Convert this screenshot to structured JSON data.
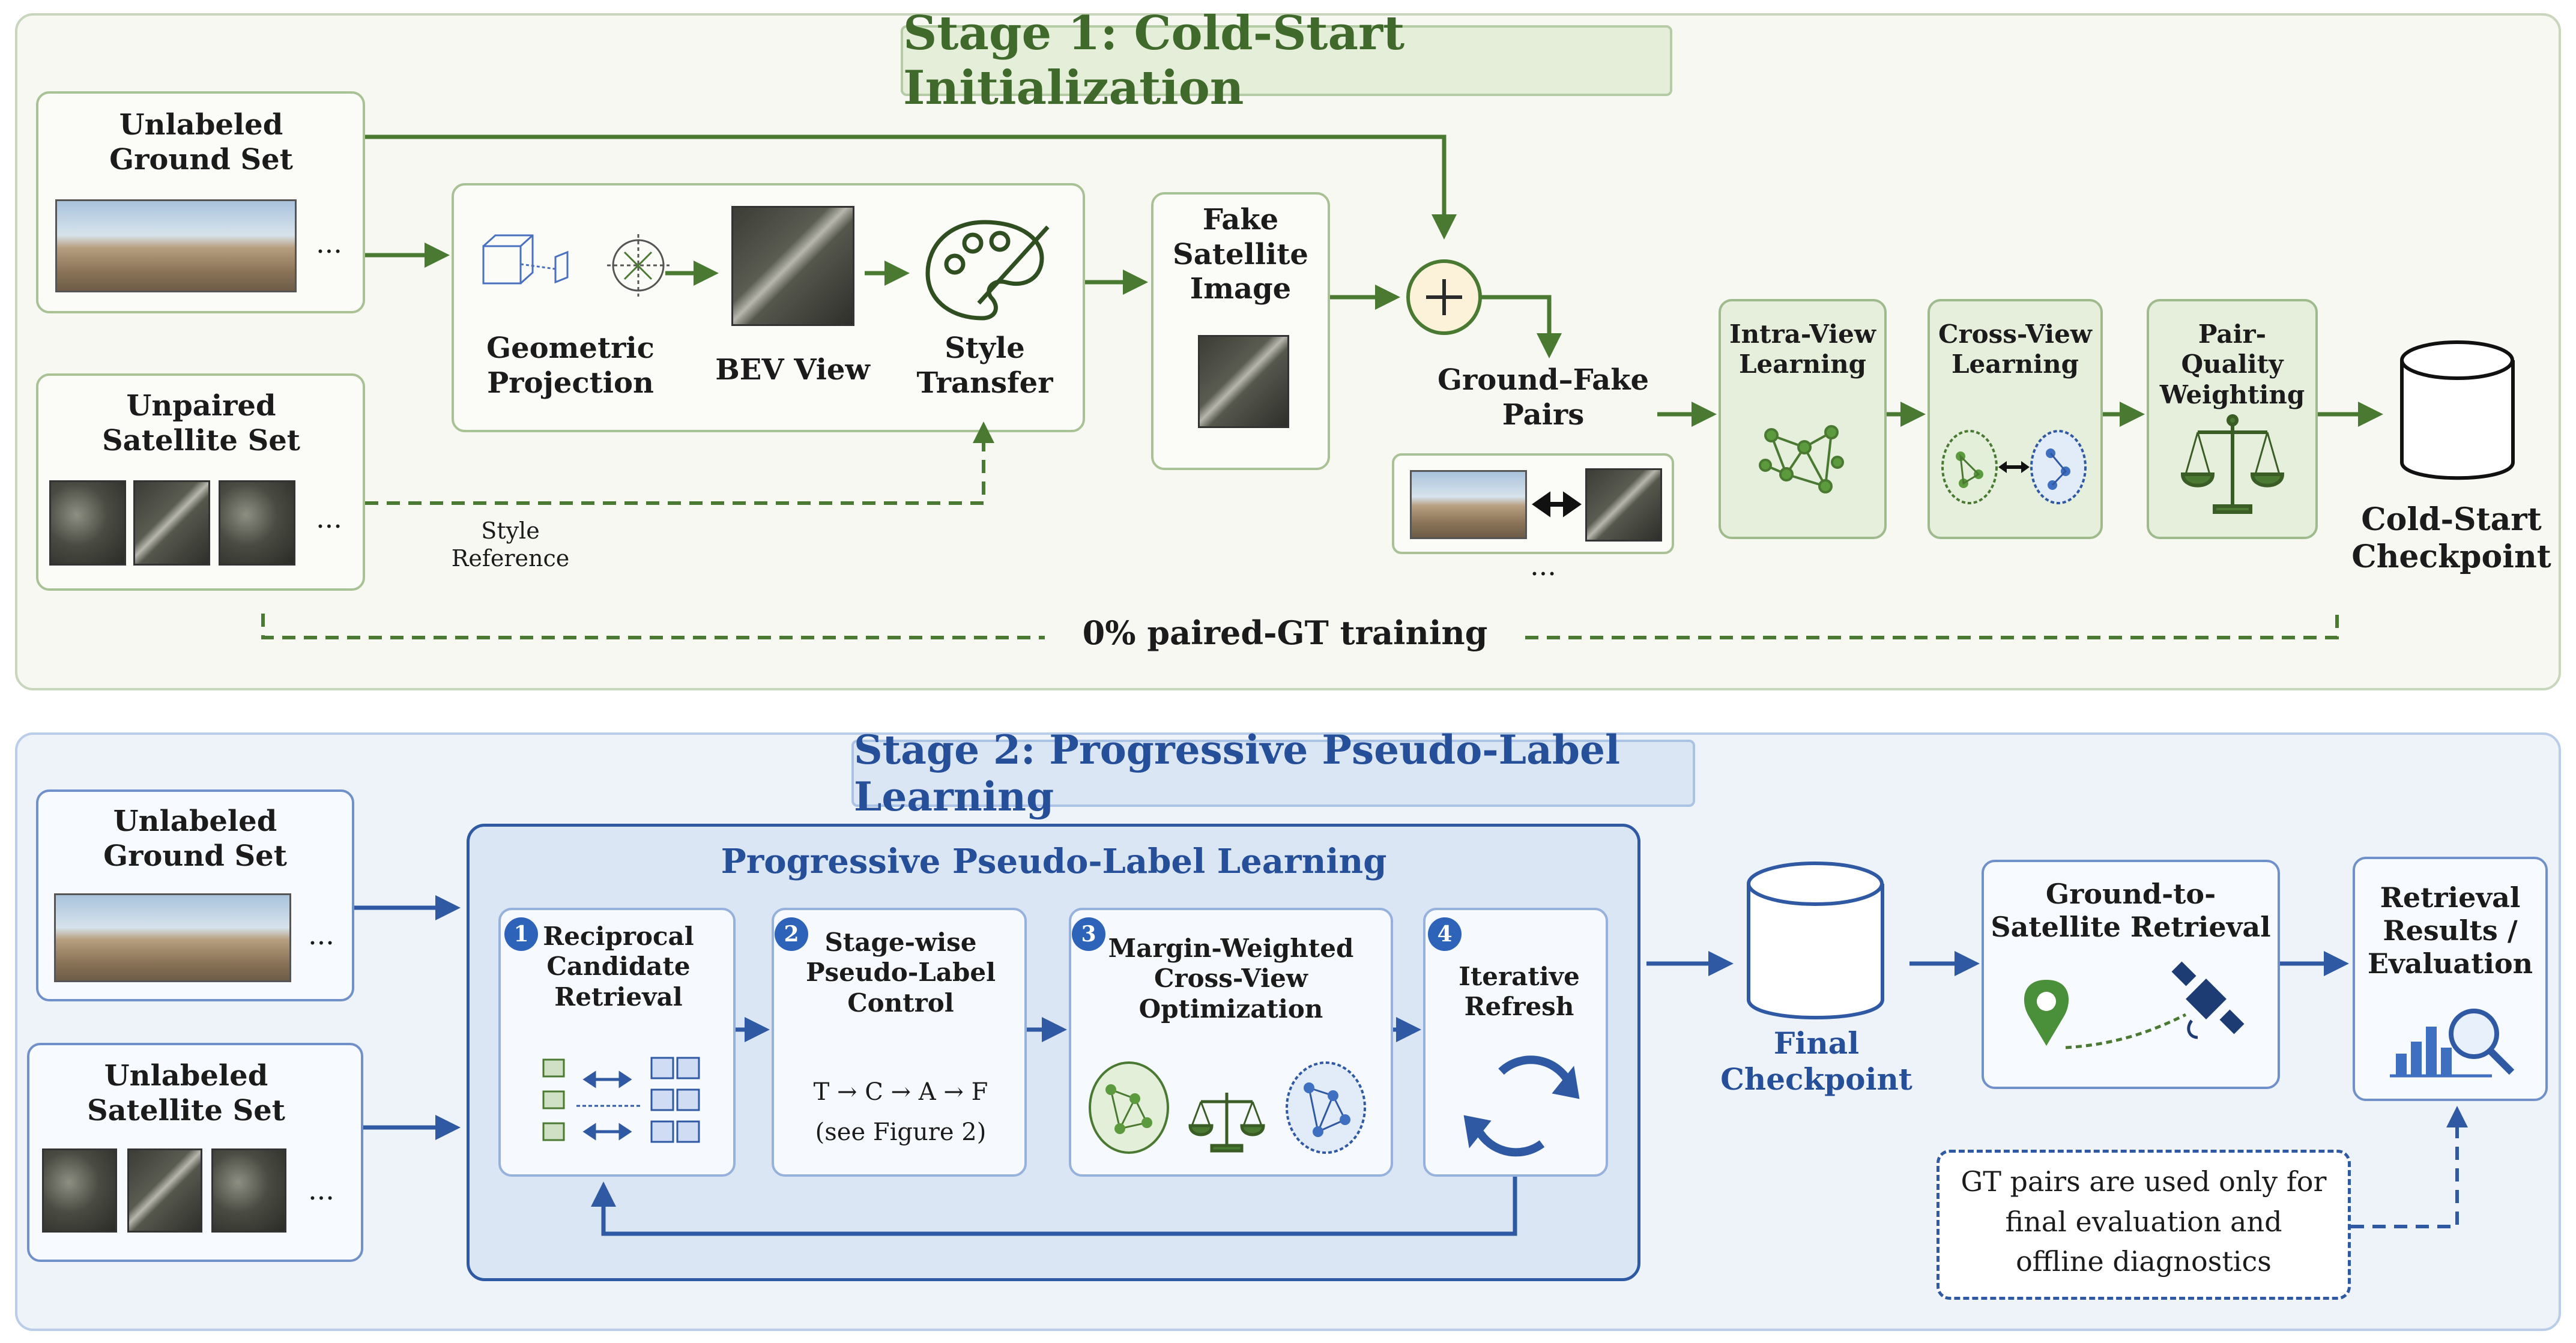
{
  "stage1": {
    "title": "Stage 1: Cold-Start Initialization",
    "unlabeled_ground": "Unlabeled Ground Set",
    "unpaired_satellite": "Unpaired Satellite Set",
    "ellipsis": "...",
    "geometric_projection": "Geometric Projection",
    "bev_view": "BEV View",
    "style_transfer": "Style Transfer",
    "style_reference": "Style Reference",
    "fake_satellite": "Fake Satellite Image",
    "ground_fake_pairs": "Ground–Fake Pairs",
    "intra_view": "Intra-View Learning",
    "cross_view": "Cross-View Learning",
    "pair_quality": "Pair-Quality Weighting",
    "cold_start_checkpoint": "Cold-Start Checkpoint",
    "zero_paired": "0% paired-GT training"
  },
  "stage2": {
    "title": "Stage 2: Progressive Pseudo-Label Learning",
    "unlabeled_ground": "Unlabeled Ground Set",
    "unlabeled_satellite": "Unlabeled Satellite Set",
    "ellipsis": "...",
    "ppl_title": "Progressive Pseudo-Label Learning",
    "step1_num": "1",
    "step1": "Reciprocal Candidate Retrieval",
    "step2_num": "2",
    "step2": "Stage-wise Pseudo-Label Control",
    "step2_seq": "T → C → A → F",
    "step2_ref": "(see Figure 2)",
    "step3_num": "3",
    "step3": "Margin-Weighted Cross-View Optimization",
    "step4_num": "4",
    "step4": "Iterative Refresh",
    "final_checkpoint": "Final Checkpoint",
    "g2s_retrieval": "Ground-to-Satellite Retrieval",
    "results": "Retrieval Results / Evaluation",
    "gt_note": "GT pairs are used only for final evaluation and offline diagnostics"
  },
  "colors": {
    "stage1_accent": "#3f6a2b",
    "stage2_accent": "#264f99",
    "green_arrow": "#4a7a31",
    "blue_arrow": "#2f5aa3"
  },
  "icons": [
    "cube-projection-icon",
    "compass-icon",
    "palette-icon",
    "plus-circle-icon",
    "graph-network-icon",
    "cluster-pair-icon",
    "balance-scale-icon",
    "database-icon",
    "list-grid-icon",
    "refresh-icon",
    "map-pin-icon",
    "satellite-icon",
    "bar-chart-magnifier-icon"
  ]
}
